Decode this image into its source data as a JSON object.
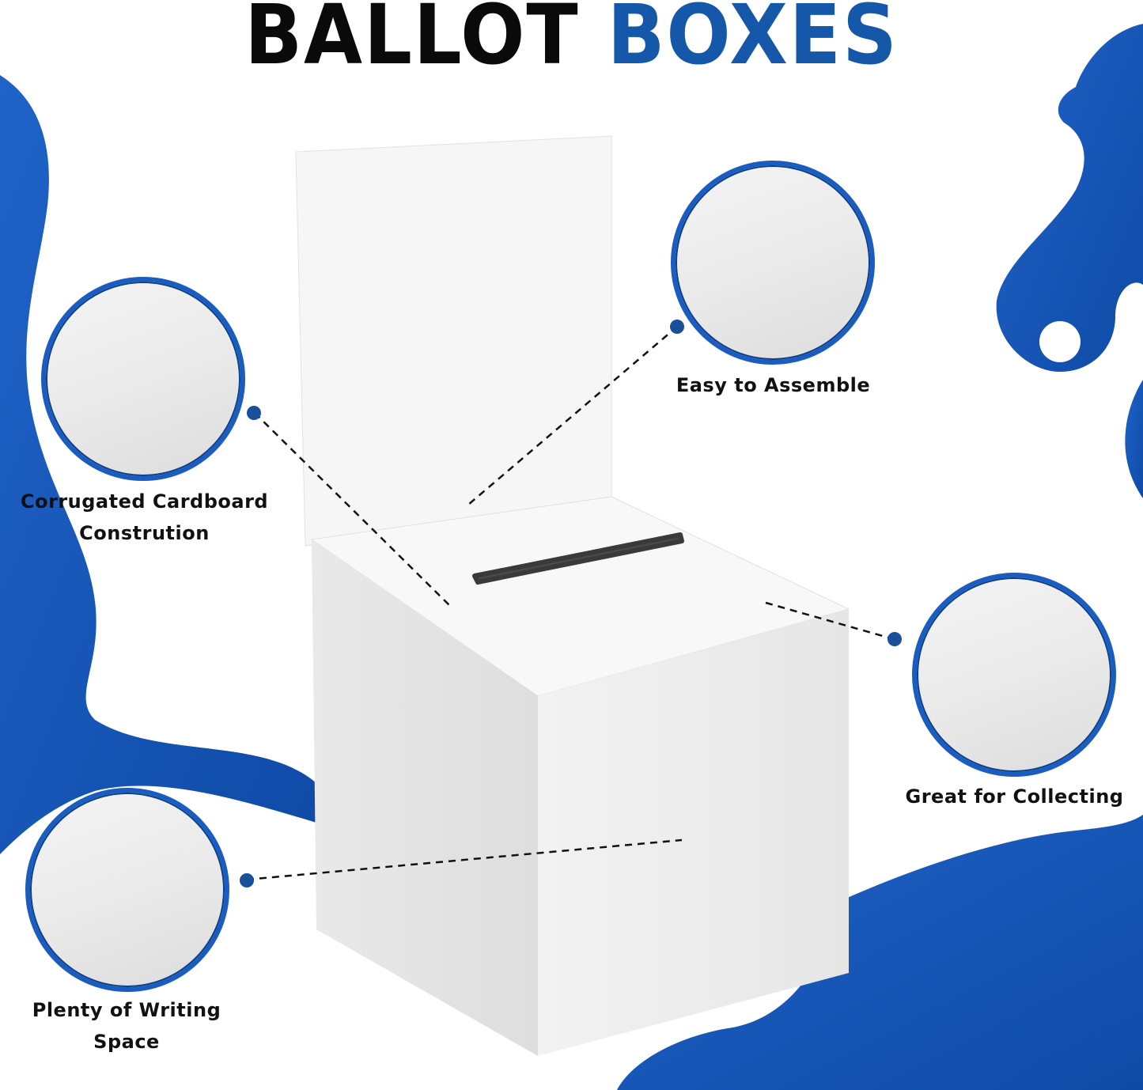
{
  "title": {
    "word1": "BALLOT",
    "word2": "BOXES"
  },
  "colors": {
    "title_dark": "#0a0a0a",
    "accent_blue": "#1557a8",
    "circle_ring": "#1a5cbf",
    "dot": "#1a4f9c"
  },
  "callouts": [
    {
      "id": "corrugated",
      "line1": "Corrugated Cardboard",
      "line2": "Constrution"
    },
    {
      "id": "assemble",
      "line1": "Easy to Assemble",
      "line2": ""
    },
    {
      "id": "collecting",
      "line1": "Great for Collecting",
      "line2": ""
    },
    {
      "id": "writing",
      "line1": "Plenty of Writing",
      "line2": "Space"
    }
  ]
}
